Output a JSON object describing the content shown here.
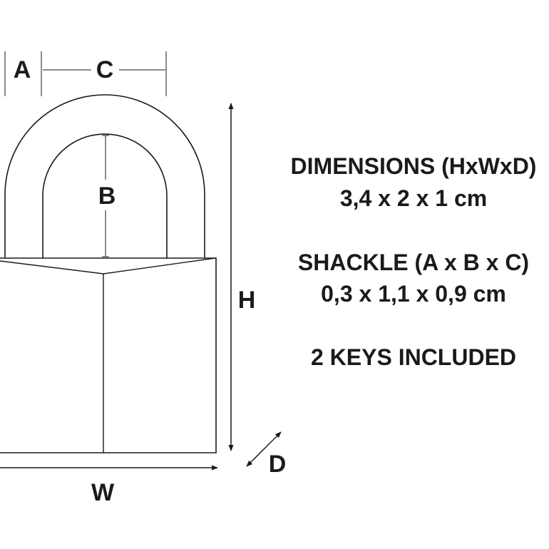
{
  "labels": {
    "a": "A",
    "b": "B",
    "c": "C",
    "h": "H",
    "w": "W",
    "d": "D"
  },
  "specs": {
    "dimensions_title": "DIMENSIONS (HxWxD)",
    "dimensions_value": "3,4 x 2 x 1 cm",
    "shackle_title": "SHACKLE (A x B x C)",
    "shackle_value": "0,3 x 1,1 x 0,9 cm",
    "keys": "2 KEYS INCLUDED"
  },
  "colors": {
    "line": "#1a1a1a",
    "background": "#ffffff"
  }
}
